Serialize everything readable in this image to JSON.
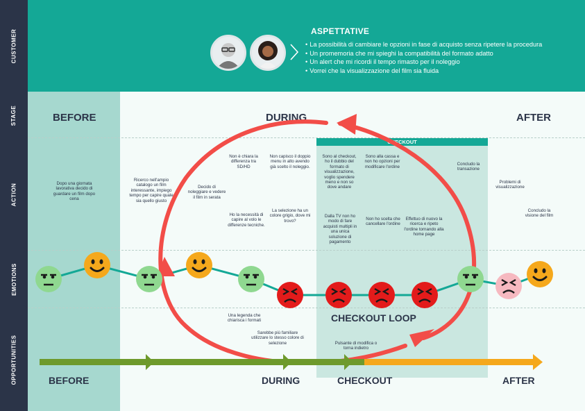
{
  "rows": {
    "customer": "CUSTOMER",
    "stage": "STAGE",
    "action": "ACTION",
    "emotions": "EMOTIONS",
    "opportunities": "OPPORTUNITIES"
  },
  "expectations": {
    "title": "ASPETTATIVE",
    "items": [
      "La possibilità di cambiare le opzioni in fase di acquisto senza ripetere la procedura",
      "Un promemoria che mi spieghi la compatibilità del formato adatto",
      "Un alert che mi ricordi il tempo rimasto per il noleggio",
      "Vorrei che la visualizzazione del film sia fluida"
    ]
  },
  "stages": {
    "before": "BEFORE",
    "during": "DURING",
    "after": "AFTER"
  },
  "checkout_header": "CHECKOUT",
  "actions": {
    "a1": "Dopo una giornata lavorativa decido di guardare un film dopo cena",
    "a2": "Ricerco nell'ampio catalogo un film interessante, impiego tempo per capire quale sia quello giusto",
    "a3": "Decido di noleggiare e vedere il film in serata",
    "a4": "Non è chiara la differenza tra SD/HD",
    "a5": "Ho la necessità di capire al volo le differenze tecniche.",
    "a6": "Non capisco il doppio menu in alto avendo già scelto il noleggio.",
    "a7": "La selezione ha un colore grigio, dove mi trovo?",
    "a8": "Sono al checkout, ho il dubbio del formato di visualizzazione, voglio spendere meno e non so dove andare",
    "a9": "Dalla TV non ho modo di fare acquisti multipli in una unica soluzione di pagamento",
    "a10": "Sono alla cassa e non ho opzioni per modificare l'ordine",
    "a11": "Non ho scelta che cancellare l'ordine",
    "a12": "Effettuo di nuovo la ricerca e ripeto l'ordine tornando alla home page",
    "a13": "Concludo la transazione",
    "a14": "Problemi di visualizzazione",
    "a15": "Concludo la visione del film"
  },
  "opportunities": {
    "o1": "Una legenda che chiarisca i formati",
    "o2": "Sarebbe più familiare utilizzare lo stesso colore di selezione",
    "o3": "Pulsante di modifica o torna indietro"
  },
  "checkout_loop": "CHECKOUT LOOP",
  "bottom": {
    "before": "BEFORE",
    "during": "DURING",
    "checkout": "CHECKOUT",
    "after": "AFTER"
  },
  "emotion_sequence": [
    "neutral",
    "happy",
    "neutral",
    "happy",
    "neutral",
    "angry",
    "angry",
    "angry",
    "angry",
    "neutral",
    "sad",
    "happy"
  ],
  "colors": {
    "teal": "#14a896",
    "navy": "#2b3448",
    "red": "#f24d48",
    "green": "#6e9a2c",
    "orange": "#f5a81c"
  }
}
